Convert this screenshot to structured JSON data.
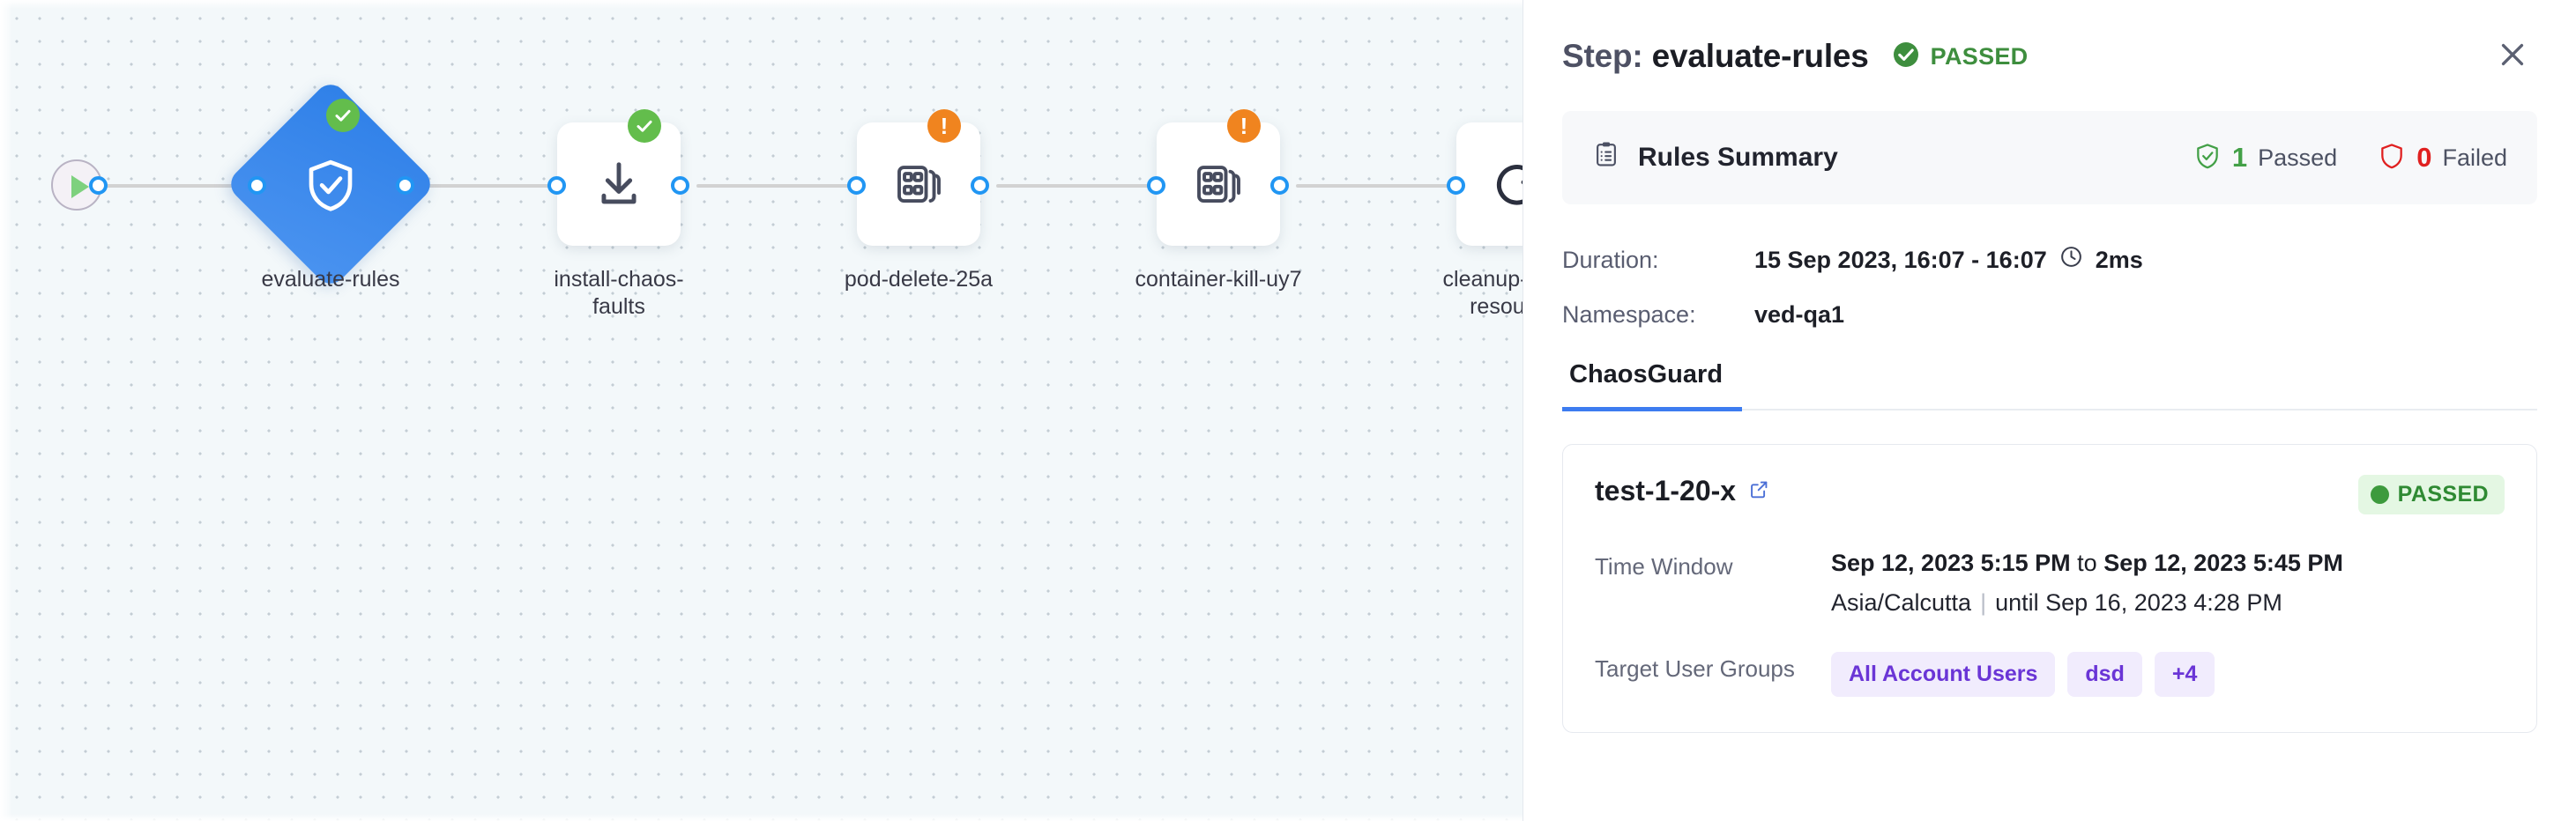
{
  "canvas": {
    "start_node": {
      "icon": "play-icon"
    },
    "nodes": [
      {
        "id": "evaluate-rules",
        "label": "evaluate-rules",
        "shape": "diamond",
        "icon": "shield-check-icon",
        "status": "success"
      },
      {
        "id": "install-chaos",
        "label": "install-chaos-\nfaults",
        "shape": "square",
        "icon": "download-icon",
        "status": "success"
      },
      {
        "id": "pod-delete",
        "label": "pod-delete-25a",
        "shape": "square",
        "icon": "chaos-fault-icon",
        "status": "warning"
      },
      {
        "id": "container-kill",
        "label": "container-kill-uy7",
        "shape": "square",
        "icon": "chaos-fault-icon",
        "status": "warning"
      },
      {
        "id": "cleanup-chaos",
        "label": "cleanup-chaos-\nresources",
        "shape": "square",
        "icon": "refresh-icon",
        "status": "success"
      }
    ]
  },
  "panel": {
    "header": {
      "step_prefix": "Step:",
      "step_name": "evaluate-rules",
      "status_icon": "check-circle-icon",
      "status_text": "PASSED",
      "close_icon": "close-icon"
    },
    "rules_summary": {
      "icon": "clipboard-list-icon",
      "title": "Rules Summary",
      "passed_icon": "shield-check-icon",
      "passed_count": "1",
      "passed_label": "Passed",
      "failed_icon": "shield-icon",
      "failed_count": "0",
      "failed_label": "Failed"
    },
    "meta": [
      {
        "key": "Duration:",
        "value": "15 Sep 2023, 16:07 - 16:07",
        "icon": "clock-icon",
        "extra": "2ms"
      },
      {
        "key": "Namespace:",
        "value": "ved-qa1",
        "icon": "",
        "extra": ""
      }
    ],
    "tabs": [
      {
        "label": "ChaosGuard",
        "active": true
      }
    ],
    "test_card": {
      "name": "test-1-20-x",
      "external_link_icon": "external-link-icon",
      "badge_text": "PASSED",
      "details": [
        {
          "key": "Time Window",
          "line1_start": "Sep 12, 2023 5:15 PM",
          "line1_sep": " to ",
          "line1_end": "Sep 12, 2023 5:45 PM",
          "line2_zone": "Asia/Calcutta",
          "line2_until": "until Sep 16, 2023 4:28 PM"
        }
      ],
      "target_groups_label": "Target User Groups",
      "target_groups": [
        "All Account Users",
        "dsd",
        "+4"
      ]
    }
  },
  "colors": {
    "accent_blue": "#3d7cf0",
    "node_blue": "#2f80e8",
    "success_green": "#63bd4c",
    "warning_orange": "#f0841f",
    "fail_red": "#e02020",
    "chip_purple": "#6a35d6",
    "canvas_bg": "#f3f8fa"
  }
}
